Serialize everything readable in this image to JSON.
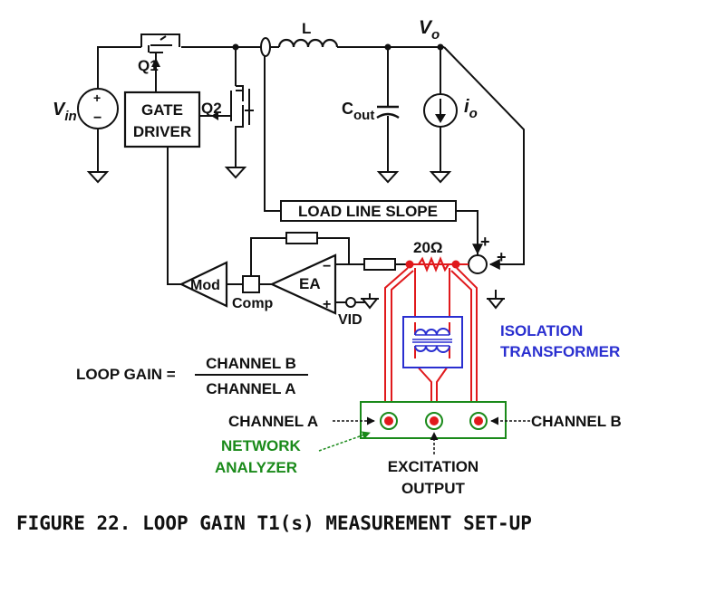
{
  "labels": {
    "inductor": "L",
    "vo": "V",
    "vo_sub": "o",
    "vin": "V",
    "vin_sub": "in",
    "q1": "Q1",
    "q2": "Q2",
    "gate_driver_l1": "GATE",
    "gate_driver_l2": "DRIVER",
    "cout": "C",
    "cout_sub": "out",
    "io": "i",
    "io_sub": "o",
    "load_line": "LOAD LINE SLOPE",
    "resistor": "20Ω",
    "mod": "Mod",
    "comp": "Comp",
    "ea": "EA",
    "vid": "VID",
    "isolation_l1": "ISOLATION",
    "isolation_l2": "TRANSFORMER",
    "loop_gain": "LOOP GAIN =",
    "loop_num": "CHANNEL B",
    "loop_den": "CHANNEL A",
    "channel_a": "CHANNEL A",
    "channel_b": "CHANNEL B",
    "network_l1": "NETWORK",
    "network_l2": "ANALYZER",
    "excitation_l1": "EXCITATION",
    "excitation_l2": "OUTPUT",
    "plus": "+",
    "minus": "−"
  },
  "caption": "FIGURE 22. LOOP GAIN T1(s) MEASUREMENT SET-UP",
  "colors": {
    "wire": "#111111",
    "probe": "#e0191c",
    "transformer": "#2a2fd0",
    "analyzer": "#1a8a1a"
  }
}
